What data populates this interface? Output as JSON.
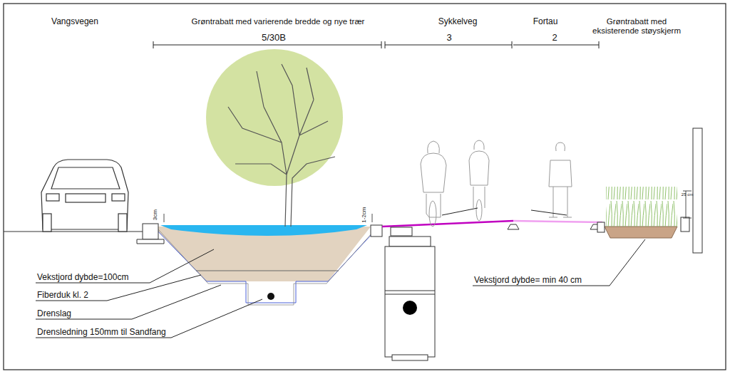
{
  "diagram": {
    "labels": [
      "Vangsvegen",
      "Grøntrabatt med varierende bredde og nye trær",
      "5/30B",
      "Sykkelveg",
      "3",
      "Fortau",
      "2",
      "Grøntrabatt med eksisterende støyskjerm",
      "3cm",
      "1-2cm",
      "25 cm",
      "Vekstjord dybde=100cm",
      "Fiberduk kl. 2",
      "Drenslag",
      "Drensledning 150mm til Sandfang",
      "Vekstjord dybde= min 40 cm"
    ]
  }
}
